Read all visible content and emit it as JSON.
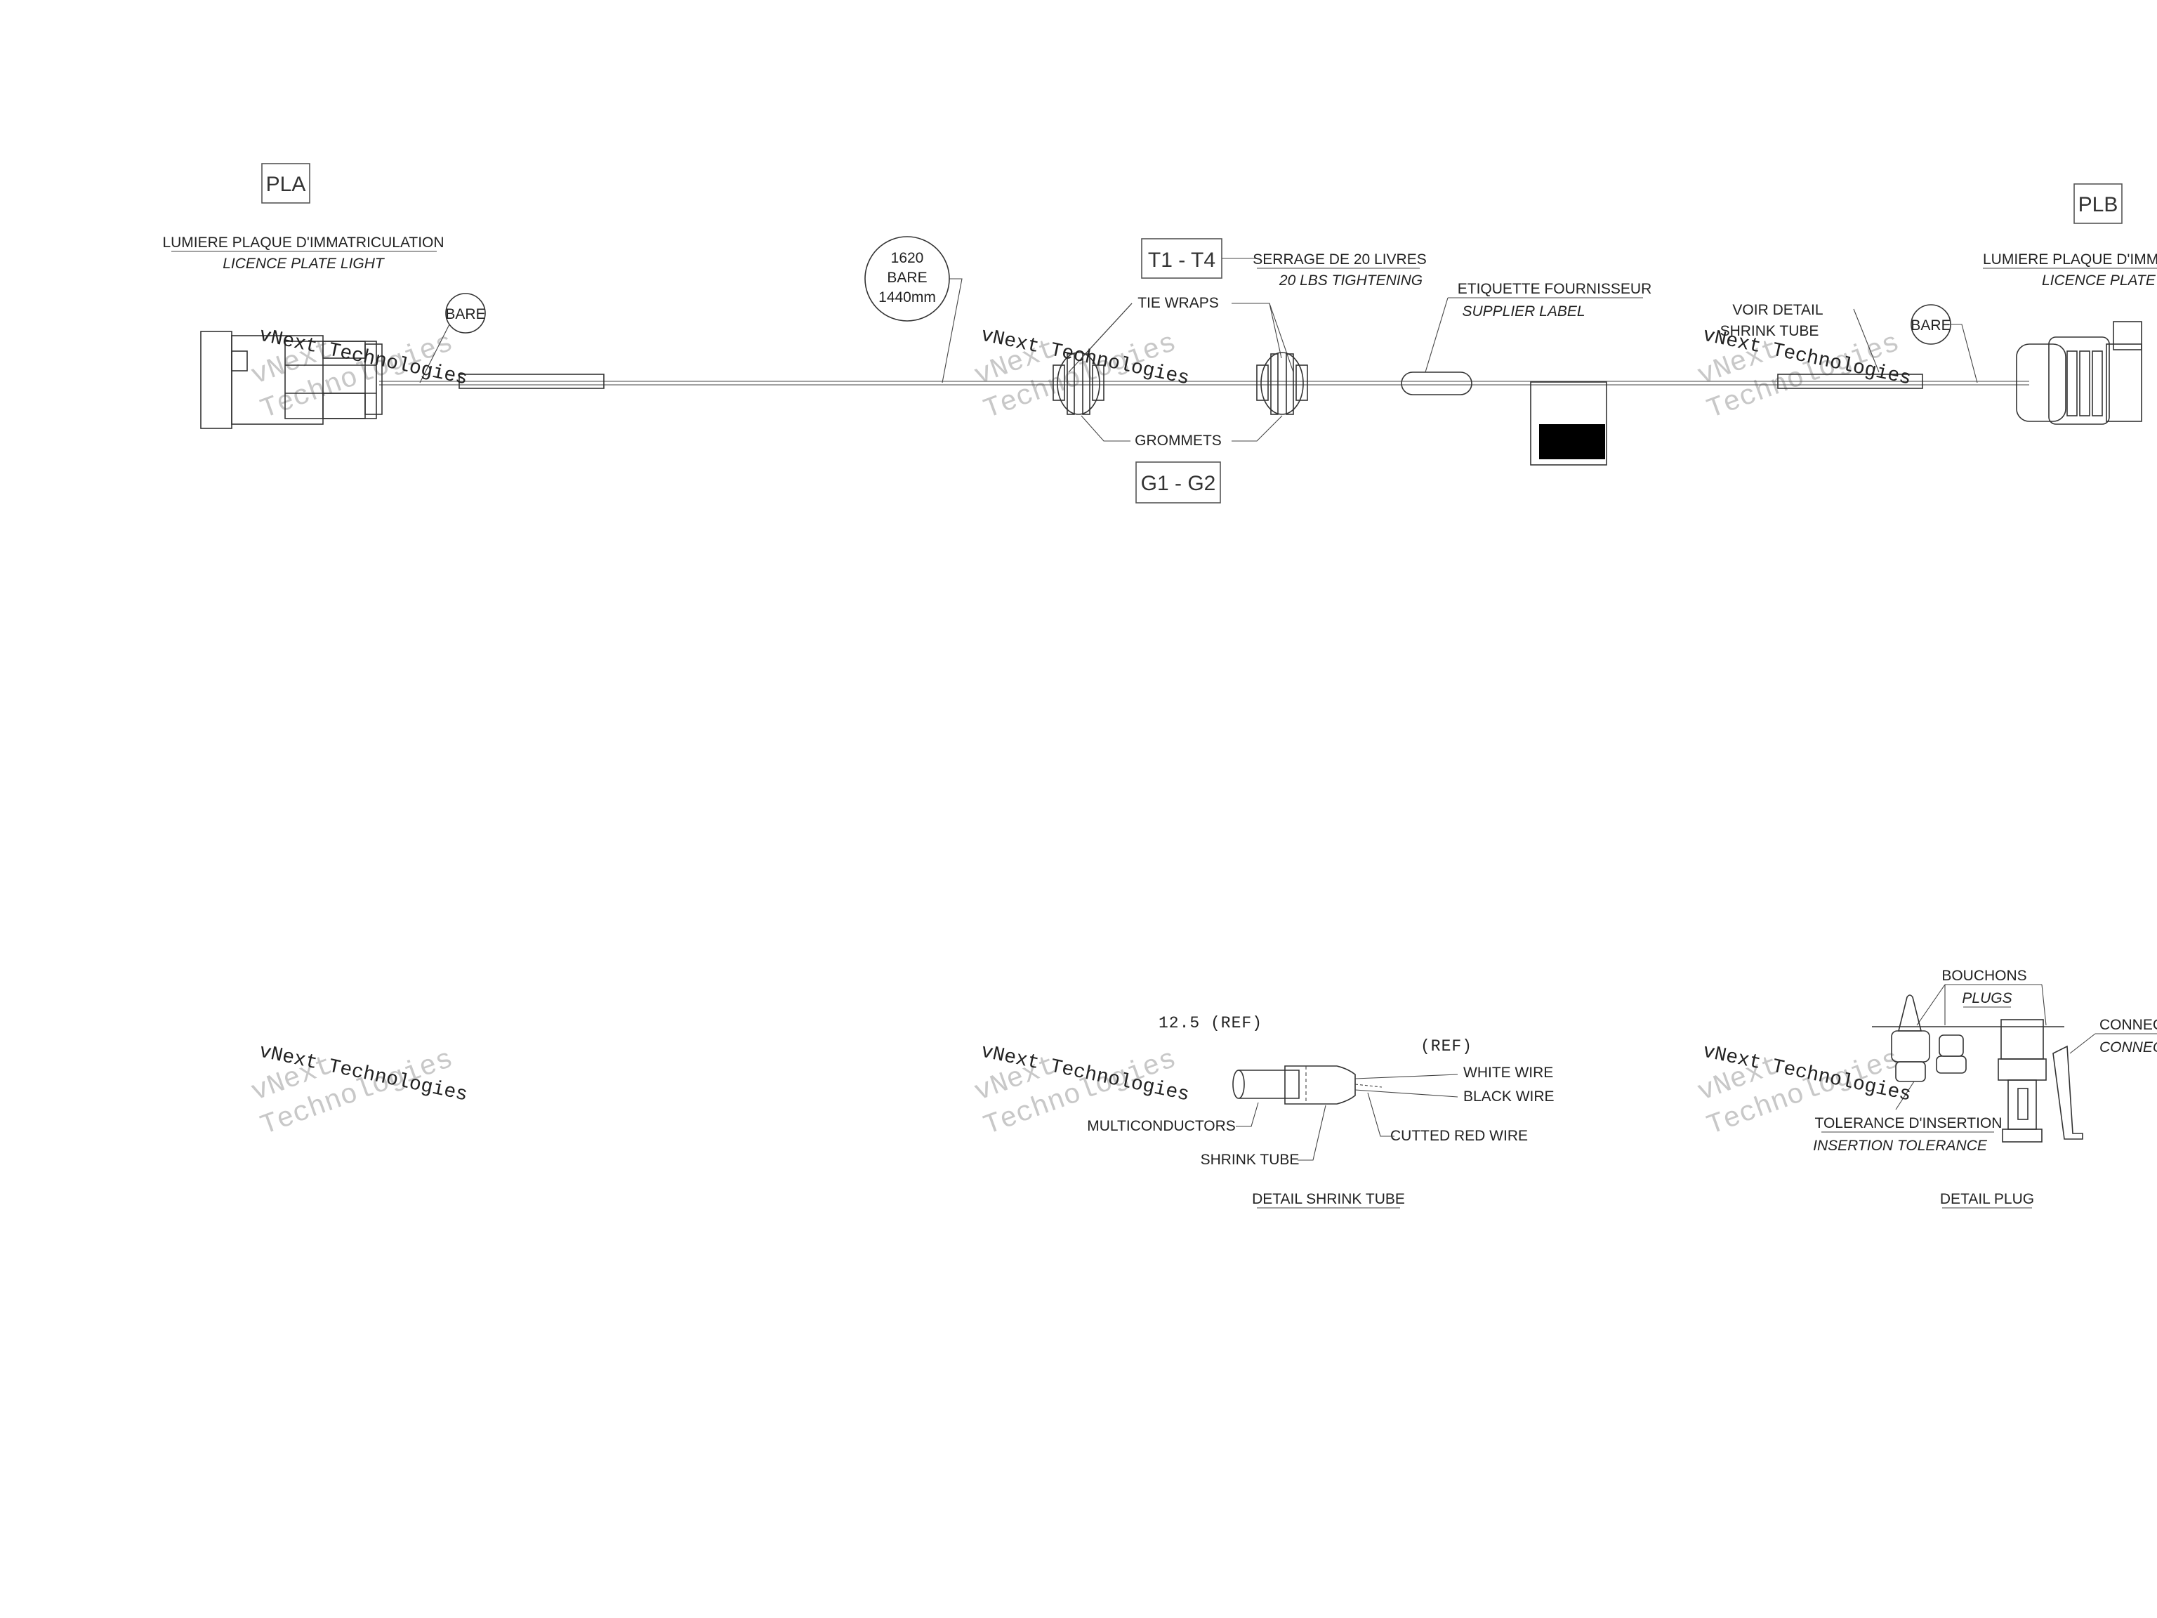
{
  "left_connector": {
    "ref": "PLA",
    "title_fr": "LUMIERE PLAQUE D'IMMATRICULATION",
    "title_en": "LICENCE PLATE LIGHT",
    "bare": "BARE"
  },
  "right_connector": {
    "ref": "PLB",
    "title_fr": "LUMIERE PLAQUE D'IMMA",
    "title_en": "LICENCE PLATE L",
    "bare": "BARE",
    "detail_ref_1": "VOIR DETAIL",
    "detail_ref_2": "SHRINK TUBE"
  },
  "length_callout": {
    "line1": "1620",
    "line2": "BARE",
    "line3": "1440mm"
  },
  "tie_wraps": {
    "ref": "T1 - T4",
    "label": "TIE WRAPS",
    "note_fr": "SERRAGE DE 20 LIVRES",
    "note_en": "20 LBS TIGHTENING"
  },
  "grommets": {
    "ref": "G1 - G2",
    "label": "GROMMETS"
  },
  "supplier_label": {
    "label_fr": "ETIQUETTE FOURNISSEUR",
    "label_en": "SUPPLIER LABEL"
  },
  "detail_shrink_tube": {
    "title": "DETAIL SHRINK TUBE",
    "dim": "12.5 (REF)",
    "ref": "(REF)",
    "white_wire": "WHITE WIRE",
    "black_wire": "BLACK WIRE",
    "multiconductors": "MULTICONDUCTORS",
    "shrink_tube": "SHRINK TUBE",
    "cutted_red_wire": "CUTTED RED WIRE"
  },
  "detail_plug": {
    "title": "DETAIL PLUG",
    "plugs_fr": "BOUCHONS",
    "plugs_en": "PLUGS",
    "tolerance_fr": "TOLERANCE D'INSERTION",
    "tolerance_en": "INSERTION TOLERANCE",
    "connector_fr": "CONNEC",
    "connector_en": "CONNEC"
  },
  "watermark": {
    "line1": "vNext",
    "line2": "Technologies",
    "overlay": "vNext Technologies"
  }
}
